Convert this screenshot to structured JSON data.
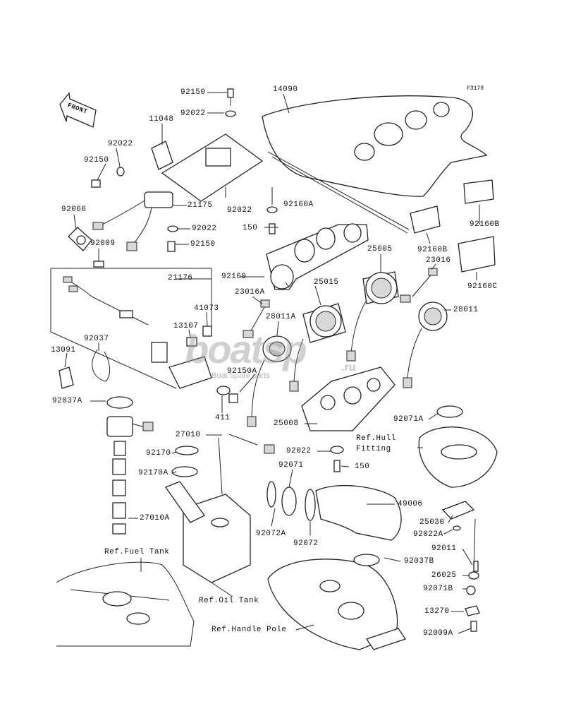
{
  "figure_code": "F3179",
  "front_arrow_label": "FRONT",
  "watermark": {
    "logo": "boatsp",
    "tagline": "Boat Spare parts",
    "suffix": ".ru"
  },
  "parts": {
    "p92150_top": "92150",
    "p14090": "14090",
    "p92022_top": "92022",
    "p11048": "11048",
    "p92022_left": "92022",
    "p92150_left": "92150",
    "p92066": "92066",
    "p21175": "21175",
    "p92022_mid": "92022",
    "p92150_mid": "92150",
    "p92009": "92009",
    "p92022_b": "92022",
    "p92160A": "92160A",
    "p150_a": "150",
    "p92160B": "92160B",
    "p92160C": "92160C",
    "p92160": "92160",
    "p25005": "25005",
    "p23016": "23016",
    "p21176": "21176",
    "p23016A": "23016A",
    "p25015": "25015",
    "p41073": "41073",
    "p28011A": "28011A",
    "p28011": "28011",
    "p13107": "13107",
    "p92037": "92037",
    "p13091": "13091",
    "p92150A": "92150A",
    "p92037A": "92037A",
    "p411": "411",
    "p25008": "25008",
    "p92071A": "92071A",
    "p27010": "27010",
    "p92170": "92170",
    "p92022_c": "92022",
    "p150_b": "150",
    "p92071": "92071",
    "p92170A": "92170A",
    "p27010A": "27010A",
    "p49006": "49006",
    "p25030": "25030",
    "p92022A": "92022A",
    "p92072A": "92072A",
    "p92072": "92072",
    "p92011": "92011",
    "p92037B": "92037B",
    "p26025": "26025",
    "p92071B": "92071B",
    "p13270": "13270",
    "p92009A": "92009A"
  },
  "references": {
    "hull_fitting_1": "Ref.Hull",
    "hull_fitting_2": "Fitting",
    "fuel_tank": "Ref.Fuel Tank",
    "oil_tank": "Ref.Oil Tank",
    "handle_pole": "Ref.Handle Pole"
  }
}
